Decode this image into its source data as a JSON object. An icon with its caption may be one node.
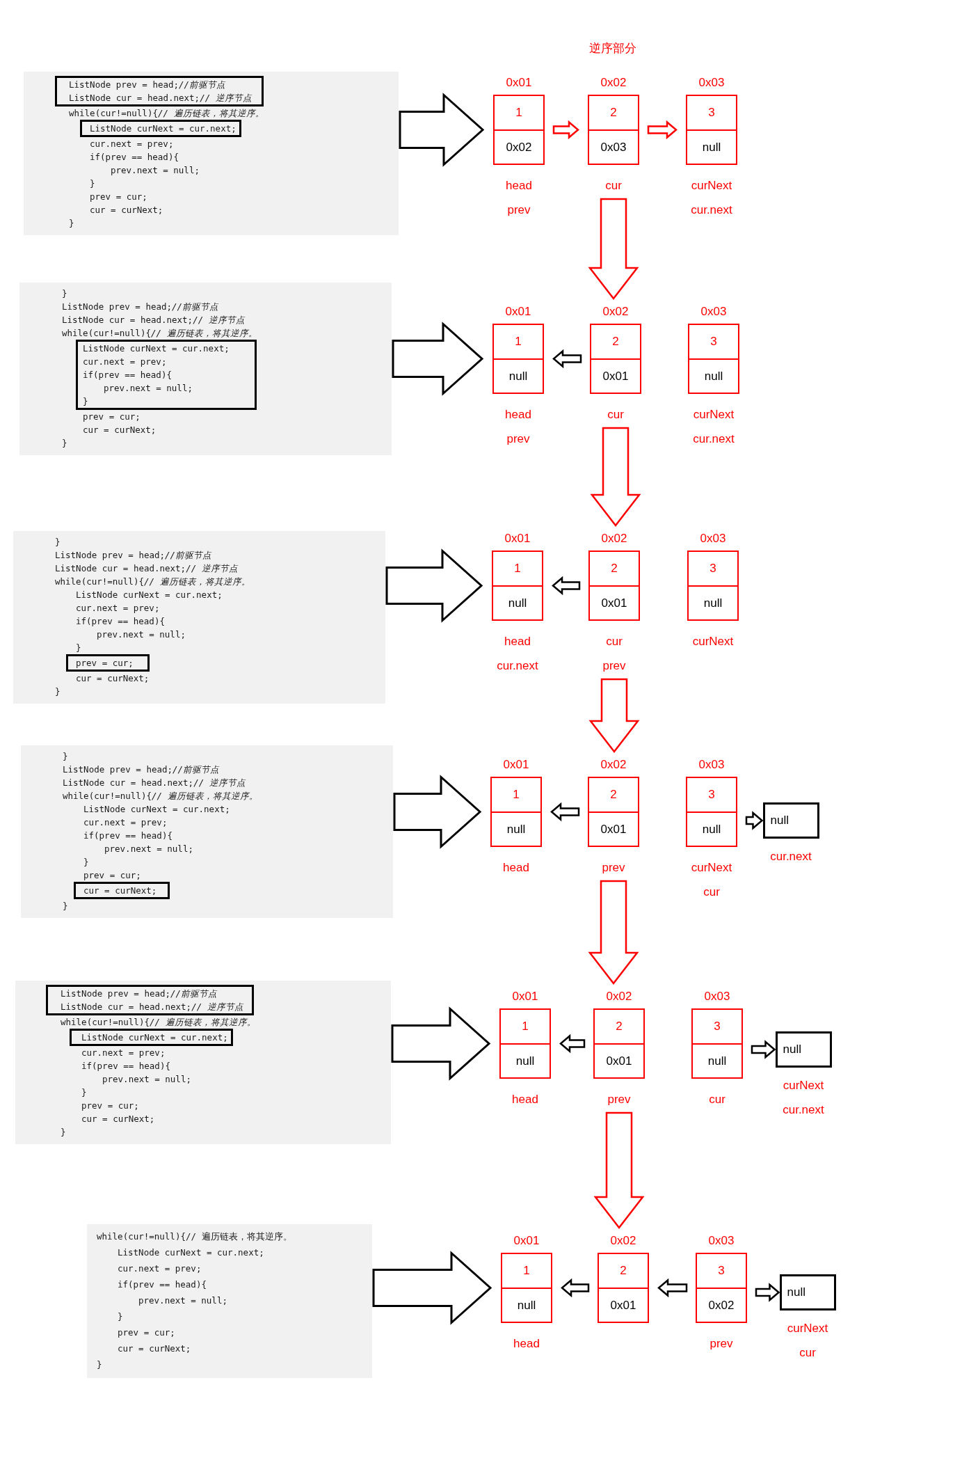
{
  "diagram": {
    "title": "逆序部分",
    "nodes": [
      {
        "text": [
          "while(cur!=null){*// 遍历链表，将其逆序。*",
          "cur.next = prev;",
          "if(prev == head){",
          "prev.next = null;",
          "}",
          "prev = cur;",
          "cur = curNext;",
          "}"
        ]
      },
      {
        "text": [
          "ListNode prev = head;*//前驱节点*",
          "ListNode cur = head.next;*// 逆序节点*"
        ],
        "in": 0
      },
      {
        "text": [
          "ListNode curNext = cur.next;"
        ],
        "in": 0
      },
      {
        "text": [
          "1",
          "0x02"
        ],
        "beside": [
          "0x01",
          "head",
          "prev"
        ]
      },
      {
        "text": [
          "2",
          "0x03"
        ],
        "beside": [
          "0x02",
          "cur"
        ]
      },
      {
        "text": [
          "3",
          "null"
        ],
        "beside": [
          "0x03",
          "curNext",
          "cur.next"
        ]
      },
      {
        "text": [
          "}",
          "ListNode prev = head;*//前驱节点*",
          "ListNode cur = head.next;*// 逆序节点*",
          "while(cur!=null){*// 遍历链表，将其逆序。*",
          "prev = cur;",
          "cur = curNext;",
          "}"
        ]
      },
      {
        "text": [
          "ListNode curNext = cur.next;",
          "cur.next = prev;",
          "if(prev == head){",
          "prev.next = null;",
          "}"
        ],
        "in": 6
      },
      {
        "text": [
          "1",
          "null"
        ],
        "beside": [
          "0x01",
          "head",
          "prev"
        ]
      },
      {
        "text": [
          "2",
          "0x01"
        ],
        "beside": [
          "0x02",
          "cur"
        ]
      },
      {
        "text": [
          "3",
          "null"
        ],
        "beside": [
          "0x03",
          "curNext",
          "cur.next"
        ]
      },
      {
        "text": [
          "}",
          "ListNode prev = head;*//前驱节点*",
          "ListNode cur = head.next;*// 逆序节点*",
          "while(cur!=null){*// 遍历链表，将其逆序。*",
          "ListNode curNext = cur.next;",
          "cur.next = prev;",
          "if(prev == head){",
          "prev.next = null;",
          "}",
          "cur = curNext;",
          "}"
        ]
      },
      {
        "text": [
          "prev = cur;"
        ],
        "in": 11
      },
      {
        "text": [
          "1",
          "null"
        ],
        "beside": [
          "0x01",
          "head",
          "cur.next"
        ]
      },
      {
        "text": [
          "2",
          "0x01"
        ],
        "beside": [
          "0x02",
          "cur",
          "prev"
        ]
      },
      {
        "text": [
          "3",
          "null"
        ],
        "beside": [
          "0x03",
          "curNext"
        ]
      },
      {
        "text": [
          "}",
          "ListNode prev = head;*//前驱节点*",
          "ListNode cur = head.next;*// 逆序节点*",
          "while(cur!=null){*// 遍历链表，将其逆序。*",
          "ListNode curNext = cur.next;",
          "cur.next = prev;",
          "if(prev == head){",
          "prev.next = null;",
          "}",
          "prev = cur;",
          "}"
        ]
      },
      {
        "text": [
          "cur = curNext;"
        ],
        "in": 16
      },
      {
        "text": [
          "1",
          "null"
        ],
        "beside": [
          "0x01",
          "head"
        ]
      },
      {
        "text": [
          "2",
          "0x01"
        ],
        "beside": [
          "0x02",
          "prev"
        ]
      },
      {
        "text": [
          "3",
          "null"
        ],
        "beside": [
          "0x03",
          "curNext",
          "cur"
        ]
      },
      {
        "text": [
          "null"
        ],
        "beside": [
          "cur.next"
        ]
      },
      {
        "text": [
          "while(cur!=null){*// 遍历链表，将其逆序。*",
          "cur.next = prev;",
          "if(prev == head){",
          "prev.next = null;",
          "}",
          "prev = cur;",
          "cur = curNext;",
          "}"
        ]
      },
      {
        "text": [
          "ListNode prev = head;*//前驱节点*",
          "ListNode cur = head.next;*// 逆序节点*"
        ],
        "in": 22
      },
      {
        "text": [
          "ListNode curNext = cur.next;"
        ],
        "in": 22
      },
      {
        "text": [
          "1",
          "null"
        ],
        "beside": [
          "0x01",
          "head"
        ]
      },
      {
        "text": [
          "2",
          "0x01"
        ],
        "beside": [
          "0x02",
          "prev"
        ]
      },
      {
        "text": [
          "3",
          "null"
        ],
        "beside": [
          "0x03",
          "cur"
        ]
      },
      {
        "text": [
          "null"
        ],
        "beside": [
          "curNext",
          "cur.next"
        ]
      },
      {
        "text": [
          "while(cur!=null){// 遍历链表，将其逆序。",
          "ListNode curNext = cur.next;",
          "cur.next = prev;",
          "if(prev == head){",
          "prev.next = null;",
          "}",
          "prev = cur;",
          "cur = curNext;",
          "}"
        ]
      },
      {
        "text": [
          "1",
          "null"
        ],
        "beside": [
          "0x01",
          "head"
        ]
      },
      {
        "text": [
          "2",
          "0x01"
        ],
        "beside": [
          "0x02"
        ]
      },
      {
        "text": [
          "3",
          "0x02"
        ],
        "beside": [
          "0x03",
          "prev"
        ]
      },
      {
        "text": [
          "null"
        ],
        "beside": [
          "curNext",
          "cur"
        ]
      }
    ],
    "edges": [
      {
        "from": 0,
        "to": 3,
        "arrow": "to"
      },
      {
        "from": 3,
        "to": 4,
        "arrow": "to",
        "color": "#ff0000"
      },
      {
        "from": 4,
        "to": 5,
        "arrow": "to",
        "color": "#ff0000"
      },
      {
        "from": 4,
        "to": 9,
        "arrow": "to",
        "color": "#ff0000"
      },
      {
        "from": 6,
        "to": 8,
        "arrow": "to"
      },
      {
        "from": 9,
        "to": 8,
        "arrow": "to"
      },
      {
        "from": 9,
        "to": 14,
        "arrow": "to",
        "color": "#ff0000"
      },
      {
        "from": 11,
        "to": 13,
        "arrow": "to"
      },
      {
        "from": 14,
        "to": 13,
        "arrow": "to"
      },
      {
        "from": 14,
        "to": 19,
        "arrow": "to",
        "color": "#ff0000"
      },
      {
        "from": 16,
        "to": 18,
        "arrow": "to"
      },
      {
        "from": 19,
        "to": 18,
        "arrow": "to"
      },
      {
        "from": 20,
        "to": 21,
        "arrow": "to"
      },
      {
        "from": 19,
        "to": 26,
        "arrow": "to",
        "color": "#ff0000"
      },
      {
        "from": 22,
        "to": 25,
        "arrow": "to"
      },
      {
        "from": 26,
        "to": 25,
        "arrow": "to"
      },
      {
        "from": 27,
        "to": 28,
        "arrow": "to"
      },
      {
        "from": 26,
        "to": 31,
        "arrow": "to",
        "color": "#ff0000"
      },
      {
        "from": 29,
        "to": 30,
        "arrow": "to"
      },
      {
        "from": 31,
        "to": 30,
        "arrow": "to"
      },
      {
        "from": 32,
        "to": 31,
        "arrow": "to"
      },
      {
        "from": 32,
        "to": 33,
        "arrow": "to"
      }
    ]
  }
}
